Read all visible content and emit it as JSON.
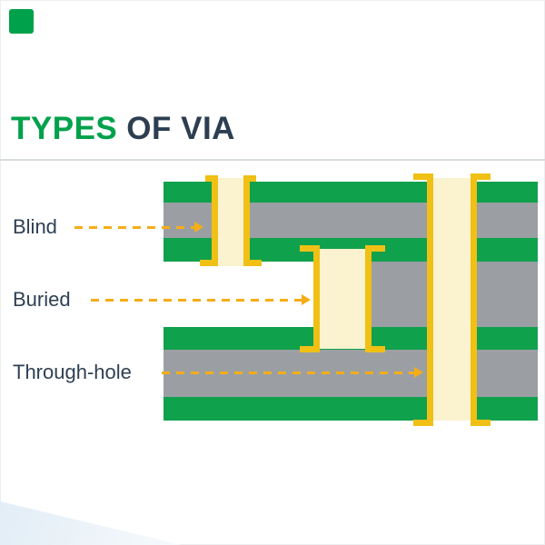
{
  "header": {
    "title_green": "TYPES",
    "title_dark": "OF VIA"
  },
  "labels": {
    "blind": "Blind",
    "buried": "Buried",
    "through_hole": "Through-hole"
  },
  "colors": {
    "accent_green": "#00A14B",
    "title_dark": "#2C3E50",
    "copper_layer_green": "#10A14D",
    "substrate_gray": "#9B9FA3",
    "via_fill_cream": "#FBF2CF",
    "via_plating_gold": "#F0C014",
    "arrow_gold": "#F5AD18",
    "divider_gray": "#D7DBDE",
    "corner_decoration_blue": "#C3D6E6"
  },
  "diagram": {
    "board_layers": [
      {
        "material": "copper"
      },
      {
        "material": "substrate"
      },
      {
        "material": "copper"
      },
      {
        "material": "substrate"
      },
      {
        "material": "copper"
      },
      {
        "material": "substrate"
      },
      {
        "material": "copper"
      }
    ],
    "vias": [
      {
        "type": "blind"
      },
      {
        "type": "buried"
      },
      {
        "type": "through-hole"
      }
    ]
  }
}
